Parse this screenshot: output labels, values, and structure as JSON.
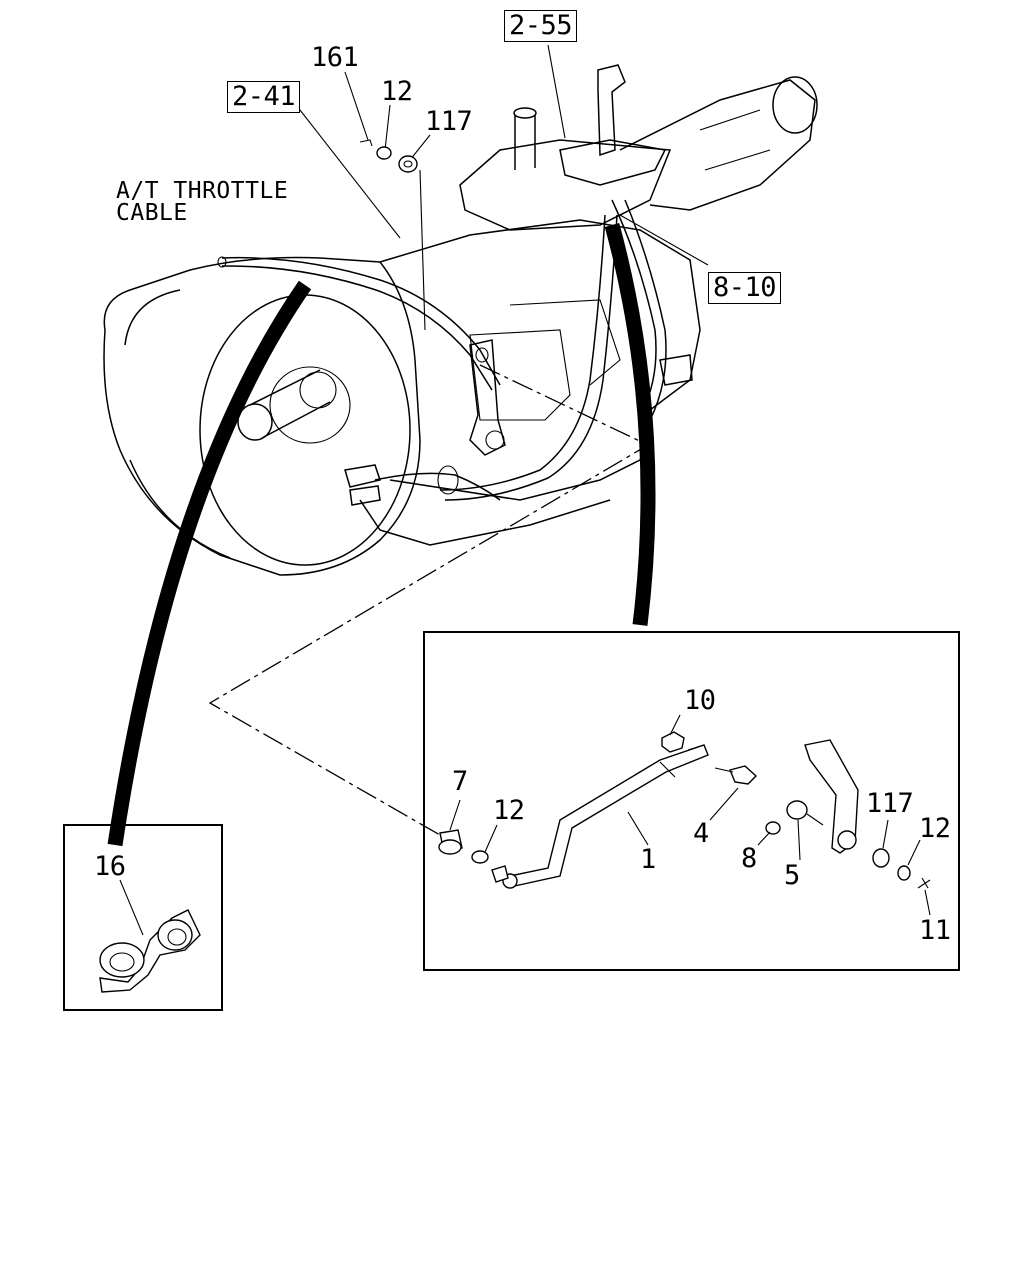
{
  "reference_boxes": {
    "ref_2_55": "2-55",
    "ref_2_41": "2-41",
    "ref_8_10": "8-10"
  },
  "annotation": {
    "line1": "A/T THROTTLE",
    "line2": "CABLE"
  },
  "callouts": {
    "top_161": "161",
    "top_12": "12",
    "top_117": "117",
    "detail_10": "10",
    "detail_7": "7",
    "detail_12_left": "12",
    "detail_4": "4",
    "detail_1": "1",
    "detail_8": "8",
    "detail_5": "5",
    "detail_117": "117",
    "detail_12_right": "12",
    "detail_11": "11",
    "clip_16": "16"
  }
}
